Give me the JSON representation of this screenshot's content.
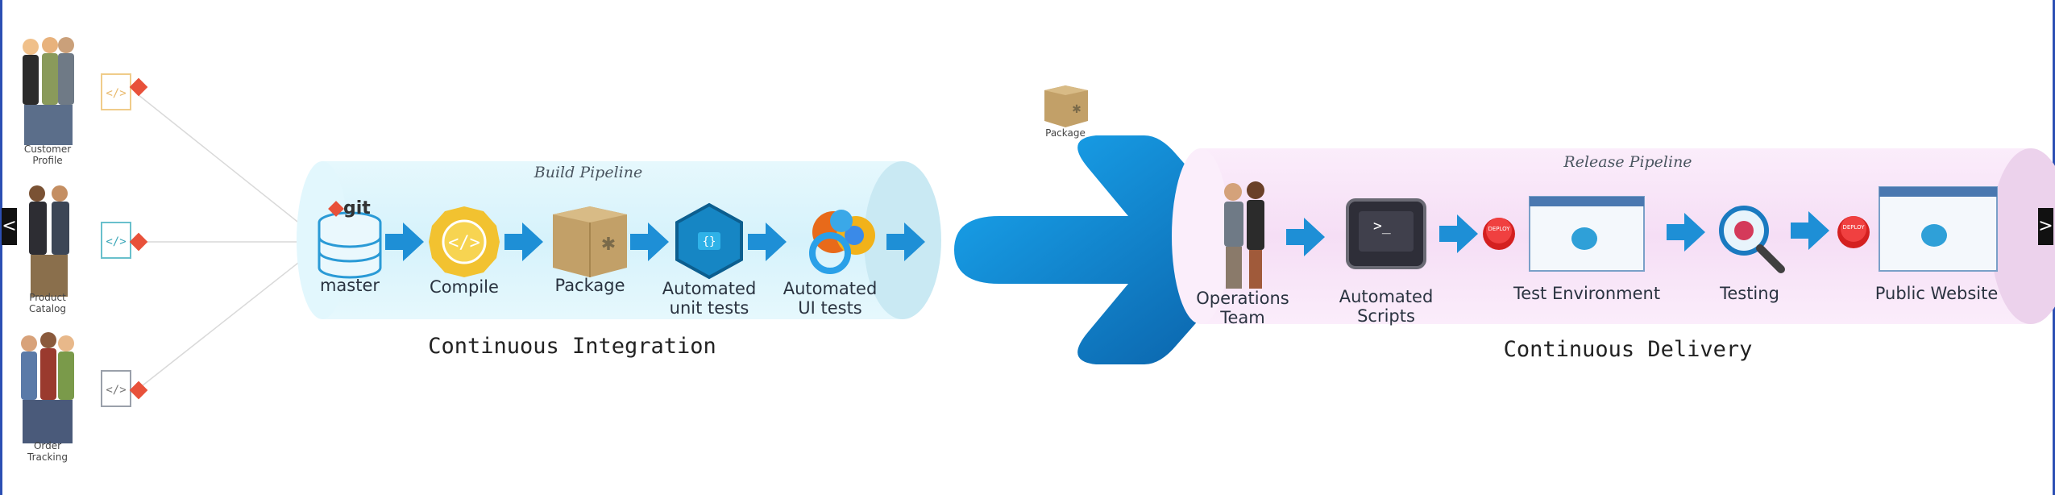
{
  "teams": [
    {
      "line1": "Customer",
      "line2": "Profile"
    },
    {
      "line1": "Product",
      "line2": "Catalog"
    },
    {
      "line1": "Order",
      "line2": "Tracking"
    }
  ],
  "ci": {
    "pipeline_title": "Build Pipeline",
    "section_label": "Continuous Integration",
    "git_label": "git",
    "steps": [
      {
        "line1": "master",
        "line2": ""
      },
      {
        "line1": "Compile",
        "line2": ""
      },
      {
        "line1": "Package",
        "line2": ""
      },
      {
        "line1": "Automated",
        "line2": "unit tests"
      },
      {
        "line1": "Automated",
        "line2": "UI tests"
      }
    ]
  },
  "package_label": "Package",
  "cd": {
    "pipeline_title": "Release Pipeline",
    "section_label": "Continuous Delivery",
    "deploy_label": "DEPLOY",
    "steps": [
      {
        "line1": "Operations",
        "line2": "Team"
      },
      {
        "line1": "Automated",
        "line2": "Scripts"
      },
      {
        "line1": "Test Environment",
        "line2": ""
      },
      {
        "line1": "Testing",
        "line2": ""
      },
      {
        "line1": "Public Website",
        "line2": ""
      }
    ]
  },
  "nav": {
    "prev": "<",
    "next": ">"
  },
  "colors": {
    "ci_tube": "#dff6fc",
    "cd_tube": "#f8e6f8",
    "arrow_blue": "#1e8fd6",
    "big_arrow_dark": "#0d6fb8",
    "big_arrow_light": "#1aa3ef",
    "git_orange": "#e8513a"
  }
}
